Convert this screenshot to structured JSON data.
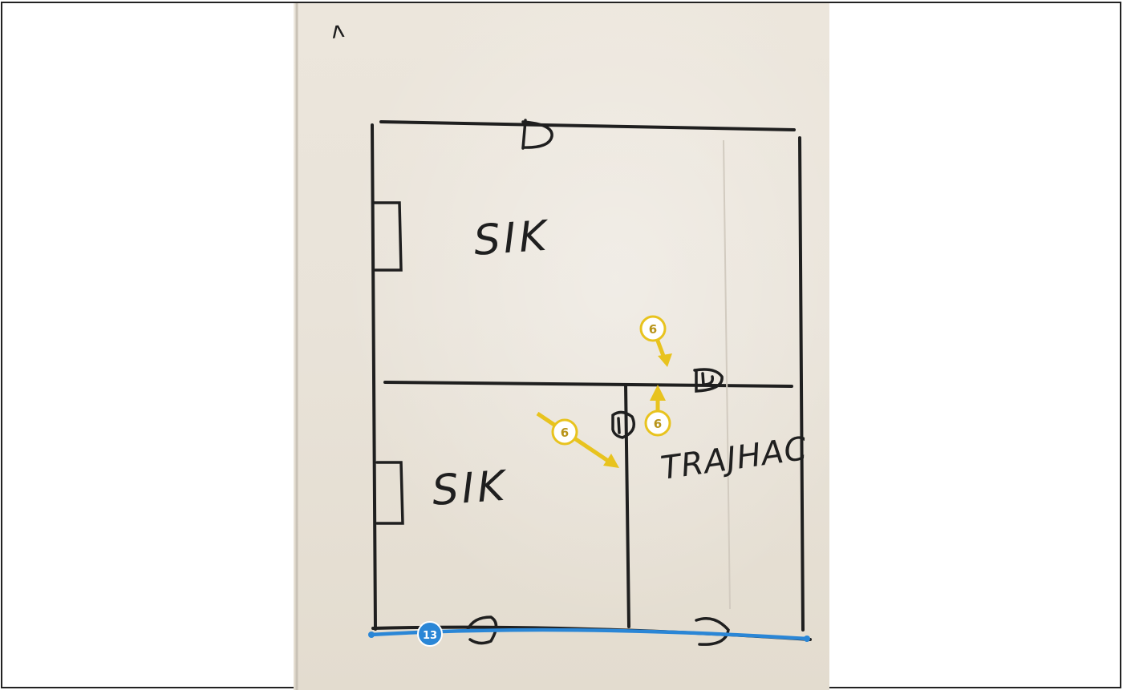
{
  "sketch": {
    "corner_mark": "ᴧ",
    "room_labels": [
      "SIK",
      "SIK",
      "TRAJHAC"
    ]
  },
  "annotations": [
    {
      "label": "6",
      "color": "#e8c31e"
    },
    {
      "label": "6",
      "color": "#e8c31e"
    },
    {
      "label": "6",
      "color": "#e8c31e"
    },
    {
      "label": "13",
      "color": "#2a86d6"
    }
  ]
}
